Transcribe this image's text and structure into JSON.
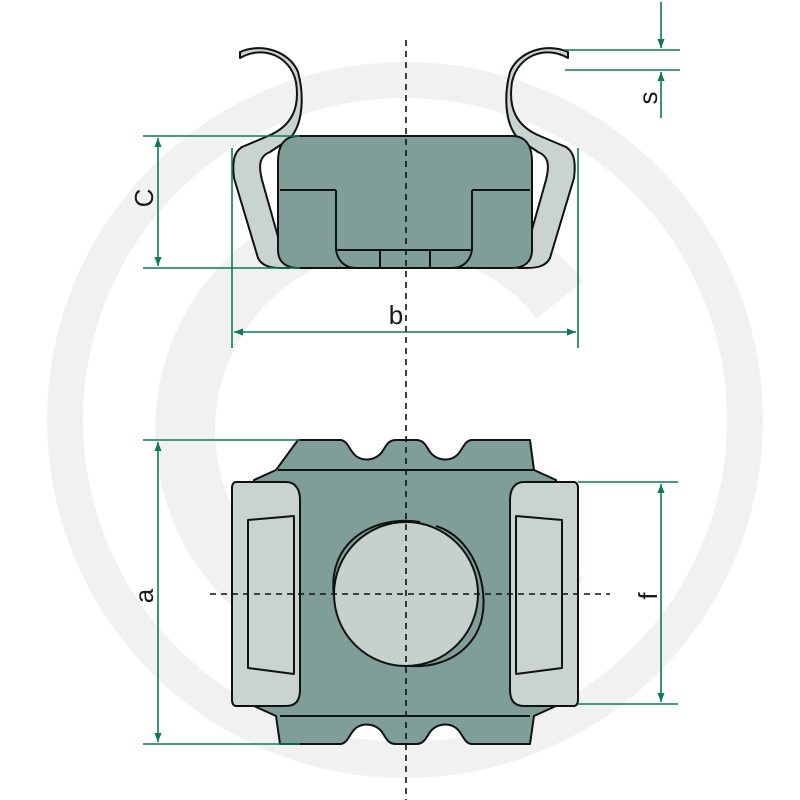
{
  "drawing": {
    "labels": {
      "s": "s",
      "c": "C",
      "b": "b",
      "a": "a",
      "f": "f"
    },
    "colors": {
      "metal_dark": "#7f9e97",
      "metal_light": "#c9d3cf",
      "hole_fill": "#c6d0cc",
      "outline": "#111111",
      "dimension": "#0e7a5a",
      "watermark": "#f1f1f1",
      "background": "#ffffff"
    }
  }
}
